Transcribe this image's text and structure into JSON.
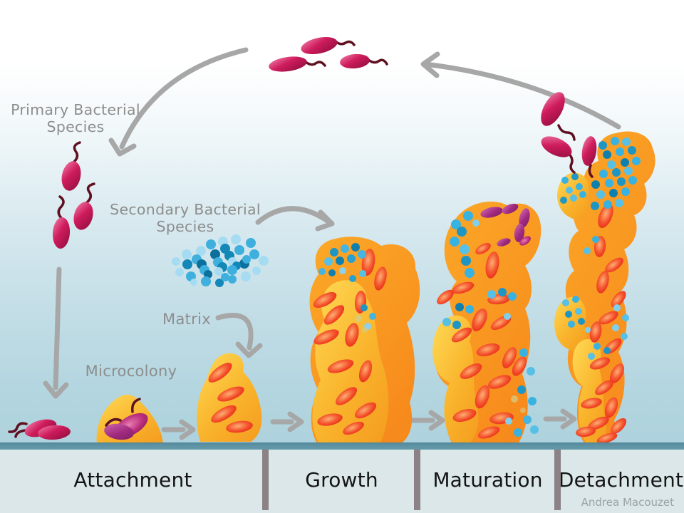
{
  "diagram_labels": {
    "primary_species": "Primary Bacterial\nSpecies",
    "secondary_species": "Secondary Bacterial\nSpecies",
    "matrix": "Matrix",
    "microcolony": "Microcolony"
  },
  "stages": [
    {
      "label": "Attachment"
    },
    {
      "label": "Growth"
    },
    {
      "label": "Maturation"
    },
    {
      "label": "Detachment"
    }
  ],
  "credit": "Andrea Macouzet",
  "icons": {
    "arrows": "gray hand-drawn flow arrows connecting biofilm life-cycle stages"
  },
  "colors": {
    "arrow": "#a7a7a7",
    "label_text": "#8d8d8d",
    "stage_text": "#141414",
    "surface_bar": "#5e93a4",
    "footer_panel": "#dbe7e9",
    "divider": "#8c8184",
    "bacteria_primary": "#c01754",
    "bacteria_secondary": "#2aa6d4",
    "matrix_yellow": "#f9b42c",
    "matrix_orange": "#f78f1d",
    "cell_red": "#ea3323",
    "cell_purple": "#a83a8e"
  }
}
